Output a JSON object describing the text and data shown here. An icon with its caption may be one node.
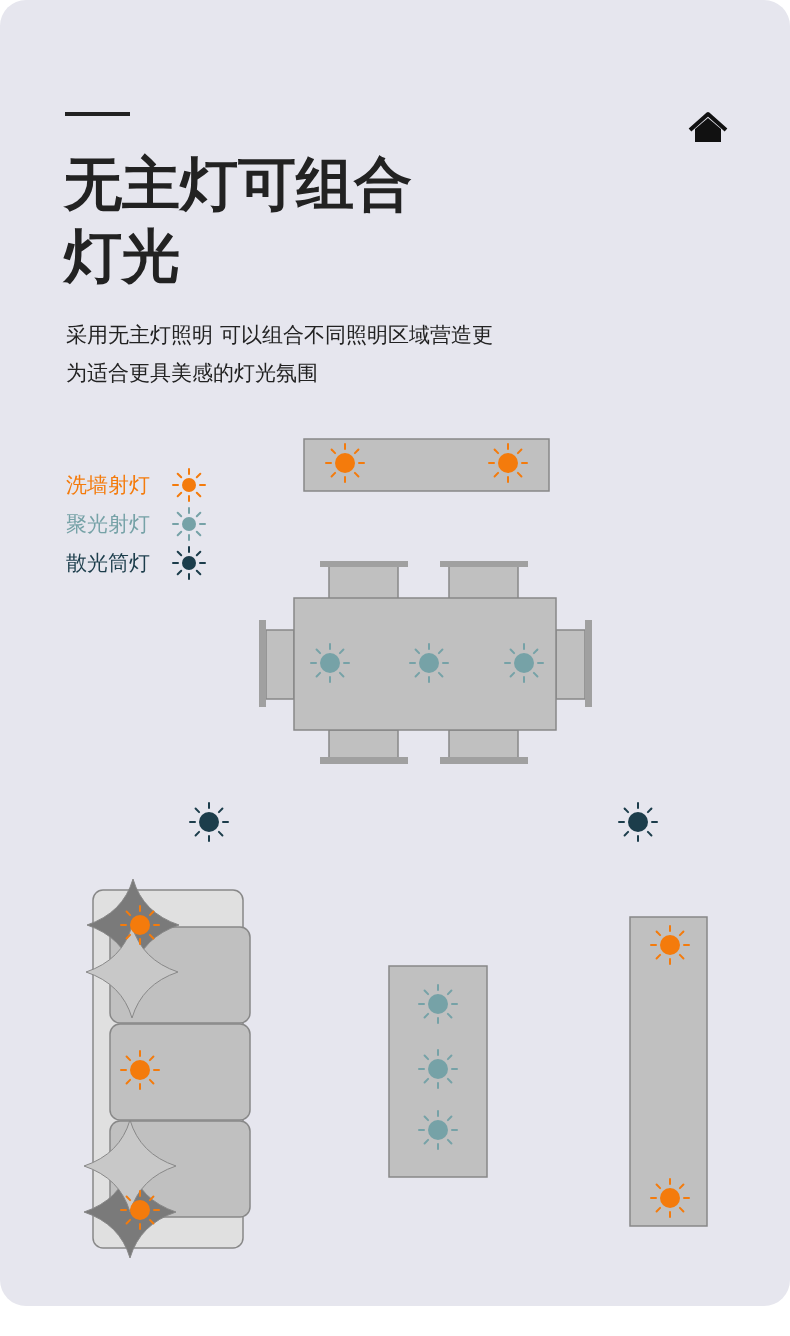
{
  "diagram": {
    "title": "无主灯可组合灯光",
    "labels": [
      "采用无主灯照明 可以组合不同照明区域营造更为适合更具美感的灯光氛围"
    ],
    "legend": [
      {
        "text": "洗墙射灯",
        "color": "#f47b0c"
      },
      {
        "text": "聚光射灯",
        "color": "#76a2a7"
      },
      {
        "text": "散光筒灯",
        "color": "#1c3d4b"
      }
    ]
  }
}
